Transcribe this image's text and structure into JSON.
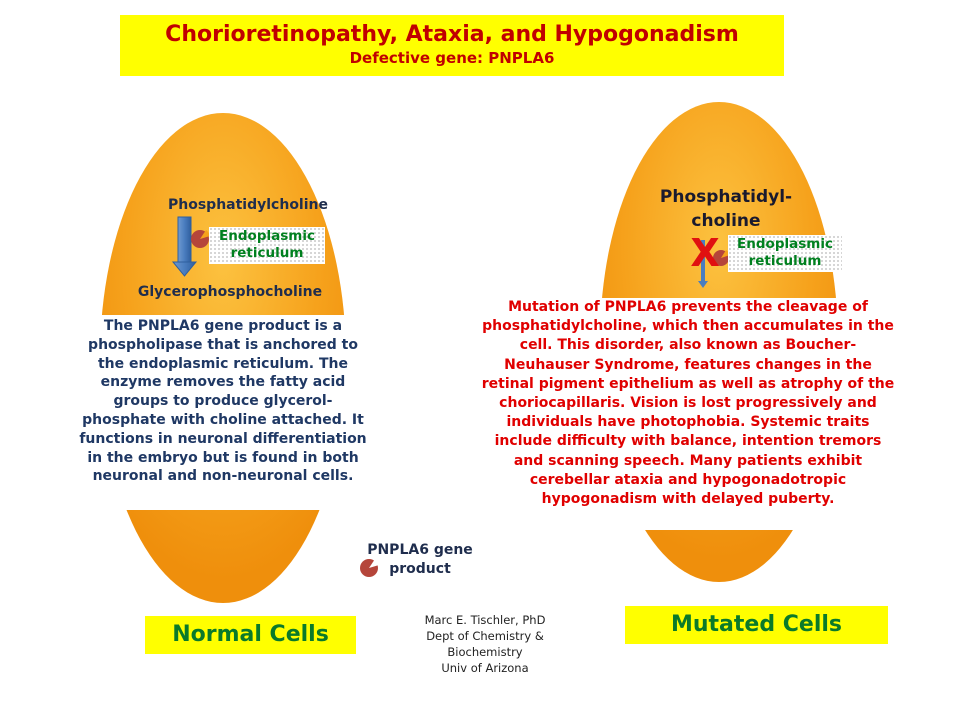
{
  "header": {
    "title": "Chorioretinopathy, Ataxia, and Hypogonadism",
    "subtitle": "Defective gene: PNPLA6"
  },
  "normal": {
    "substrate": "Phosphatidylcholine",
    "organelle_line1": "Endoplasmic",
    "organelle_line2": "reticulum",
    "product": "Glycerophosphocholine",
    "description": "The PNPLA6 gene product is a phospholipase that is anchored to the endoplasmic reticulum. The enzyme removes the fatty acid groups to produce glycerol-phosphate with choline attached. It functions in neuronal differentiation in the embryo but is found in both neuronal and non-neuronal cells.",
    "label": "Normal Cells"
  },
  "mutated": {
    "substrate_line1": "Phosphatidyl-",
    "substrate_line2": "choline",
    "block_mark": "X",
    "organelle_line1": "Endoplasmic",
    "organelle_line2": "reticulum",
    "description": "Mutation of PNPLA6 prevents the cleavage of phosphatidylcholine, which then accumulates in the cell. This disorder, also known as Boucher-Neuhauser Syndrome, features changes in the retinal pigment epithelium as well as atrophy of the choriocapillaris. Vision is lost progressively and individuals have photophobia. Systemic traits include difficulty with balance, intention tremors and scanning speech. Many patients exhibit cerebellar ataxia and hypogonadotropic hypogonadism with delayed puberty.",
    "label": "Mutated Cells"
  },
  "legend": {
    "line1": "PNPLA6 gene",
    "line2": "product"
  },
  "credit": {
    "line1": "Marc E. Tischler, PhD",
    "line2": "Dept of Chemistry &",
    "line3": "Biochemistry",
    "line4": "Univ of Arizona"
  },
  "colors": {
    "title_bg": "#ffff00",
    "title_text": "#c00000",
    "cell_orange": "#f6a21c",
    "enzyme": "#b5453a",
    "arrow": "#4a7dbf",
    "normal_text": "#1f3864",
    "mutation_text": "#e00000",
    "label_green": "#0a7a2a"
  }
}
